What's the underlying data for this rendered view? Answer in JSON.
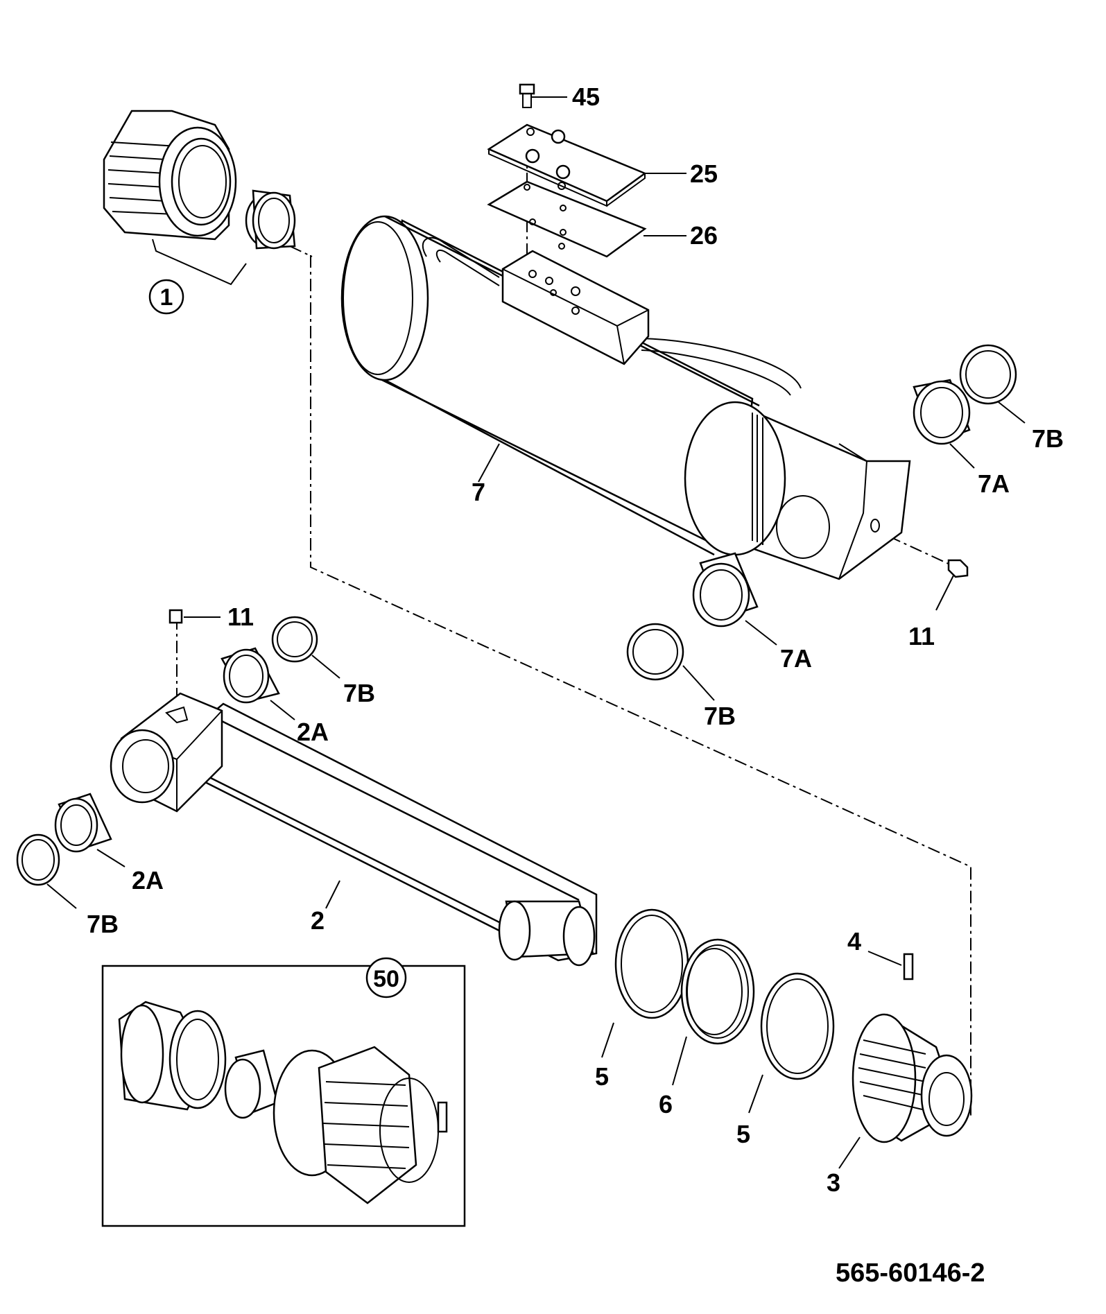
{
  "drawing_number": "565-60146-2",
  "callouts": {
    "c1": "1",
    "c45": "45",
    "c25": "25",
    "c26": "26",
    "c7": "7",
    "c7a_r": "7A",
    "c7b_r": "7B",
    "c11_r": "11",
    "c7a_b": "7A",
    "c7b_b": "7B",
    "c11_l": "11",
    "c7b_tl": "7B",
    "c2a_t": "2A",
    "c2a_l": "2A",
    "c7b_l": "7B",
    "c2": "2",
    "c50": "50",
    "c4": "4",
    "c5_a": "5",
    "c6": "6",
    "c5_b": "5",
    "c3": "3"
  }
}
